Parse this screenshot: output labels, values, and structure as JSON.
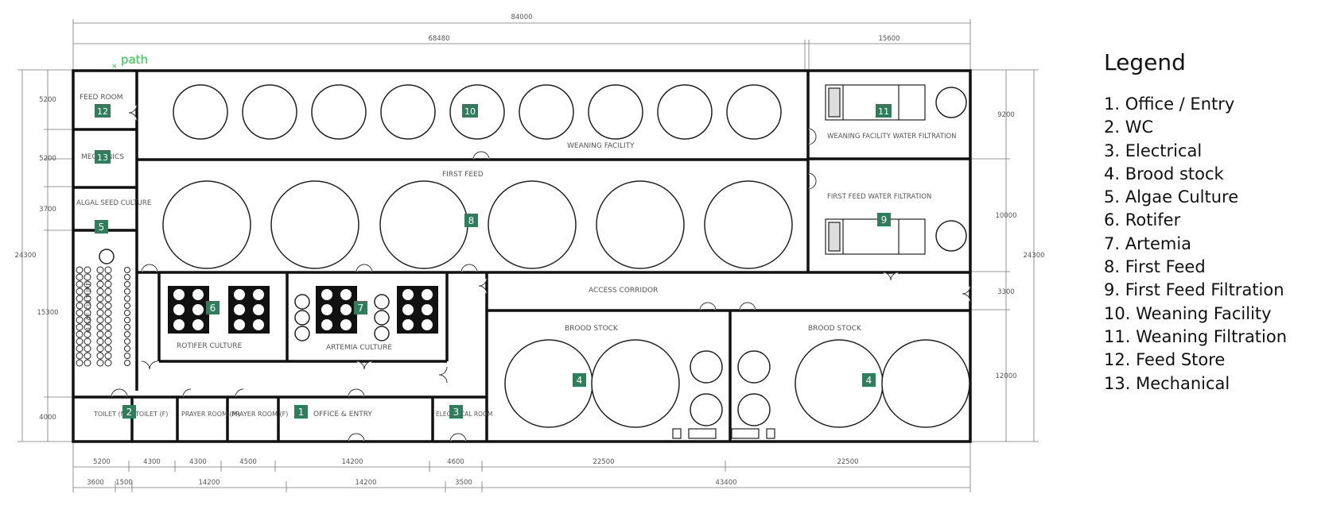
{
  "legend": {
    "title": "Legend",
    "items": [
      "1. Office / Entry",
      "2. WC",
      "3. Electrical",
      "4. Brood stock",
      "5. Algae Culture",
      "6. Rotifer",
      "7. Artemia",
      "8. First Feed",
      "9. First Feed Filtration",
      "10. Weaning Facility",
      "11. Weaning Filtration",
      "12. Feed Store",
      "13. Mechanical"
    ]
  },
  "path_label": "path",
  "dimensions": {
    "top_total": "84000",
    "top_left": "68480",
    "top_right": "15600",
    "left_total": "24300",
    "right_total": "24300",
    "left_segments": [
      "5200",
      "5200",
      "3700",
      "15300",
      "4000"
    ],
    "right_segments": [
      "9200",
      "10000",
      "3300",
      "12000"
    ],
    "bottom_row1": [
      "5200",
      "4300",
      "4300",
      "4500",
      "14200",
      "4600",
      "22500",
      "22500"
    ],
    "bottom_row2": [
      "3600",
      "1500",
      "14200",
      "14200",
      "3500",
      "43400"
    ]
  },
  "rooms": {
    "feed_room": "FEED ROOM",
    "mechanics": "MECHANICS",
    "weaning_facility": "WEANING FACILITY",
    "weaning_filtration": "WEANING FACILITY WATER FILTRATION",
    "first_feed": "FIRST FEED",
    "first_feed_filtration": "FIRST FEED WATER FILTRATION",
    "algal_seed_culture": "ALGAL SEED CULTURE",
    "algae_culture": "ALGAE CULTURE",
    "rotifer_culture": "ROTIFER CULTURE",
    "artemia_culture": "ARTEMIA CULTURE",
    "access_corridor": "ACCESS CORRIDOR",
    "brood_stock_1": "BROOD STOCK",
    "brood_stock_2": "BROOD STOCK",
    "toilet_m": "TOILET (M)",
    "toilet_f": "TOILET (F)",
    "prayer_m": "PRAYER ROOM (M)",
    "prayer_f": "PRAYER ROOM (F)",
    "office_entry": "OFFICE & ENTRY",
    "electrical": "ELECTRICAL ROOM"
  },
  "markers": {
    "m1": "1",
    "m2": "2",
    "m3": "3",
    "m4a": "4",
    "m4b": "4",
    "m5": "5",
    "m6": "6",
    "m7": "7",
    "m8": "8",
    "m9": "9",
    "m10": "10",
    "m11": "11",
    "m12": "12",
    "m13": "13"
  },
  "colors": {
    "marker": "#2e7d5b",
    "path_line": "#3a6ee8",
    "path_label": "#22cc44",
    "wall": "#111111"
  }
}
